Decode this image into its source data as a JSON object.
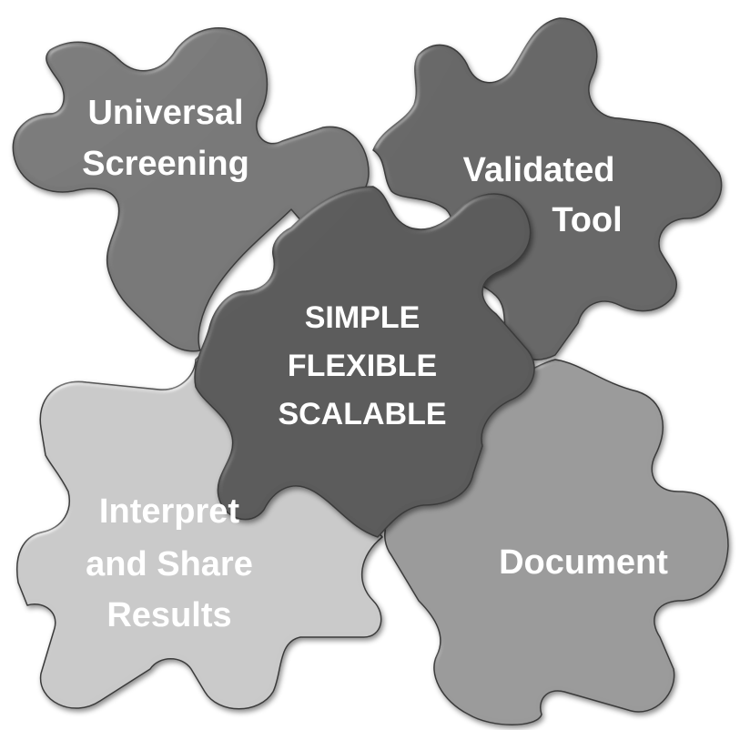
{
  "pieces": {
    "top_left": {
      "lines": [
        "Universal",
        "Screening"
      ],
      "color": "#777777"
    },
    "top_right": {
      "lines": [
        "Validated",
        "Tool"
      ],
      "color": "#666666"
    },
    "bottom_left": {
      "lines": [
        "Interpret",
        "and Share",
        "Results"
      ],
      "color": "#c9c9c9"
    },
    "bottom_right": {
      "lines": [
        "Document"
      ],
      "color": "#9a9a9a"
    },
    "center": {
      "lines": [
        "SIMPLE",
        "FLEXIBLE",
        "SCALABLE"
      ],
      "color": "#5a5a5a"
    }
  },
  "colors": {
    "edge_dark": "#3a3a3a",
    "edge_light": "#e8e8e8",
    "background": "#ffffff"
  }
}
